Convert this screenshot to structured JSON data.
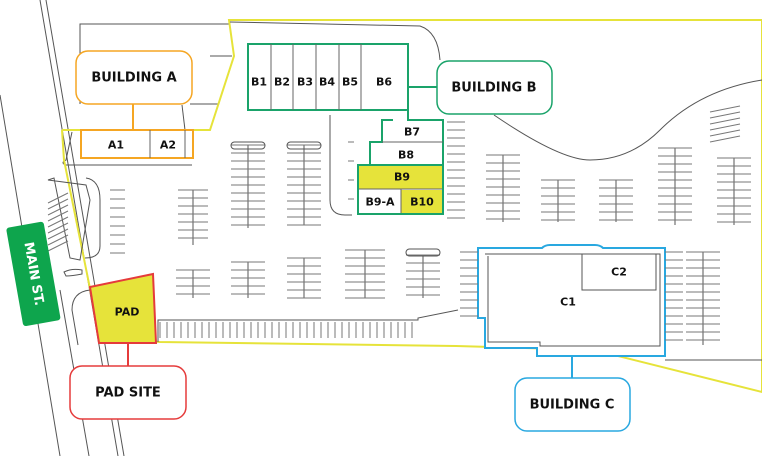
{
  "map": {
    "street_label": "MAIN ST.",
    "colors": {
      "boundary": "#e6e33a",
      "building_a": "#f5a623",
      "building_b": "#1aa36a",
      "building_c": "#29a8e0",
      "pad": "#e53b3b",
      "highlight": "#e6e33a",
      "street_sign": "#0ea54d"
    },
    "callouts": {
      "building_a": "BUILDING A",
      "building_b": "BUILDING B",
      "building_c": "BUILDING C",
      "pad_site": "PAD SITE"
    },
    "units": {
      "a1": "A1",
      "a2": "A2",
      "b1": "B1",
      "b2": "B2",
      "b3": "B3",
      "b4": "B4",
      "b5": "B5",
      "b6": "B6",
      "b7": "B7",
      "b8": "B8",
      "b9": "B9",
      "b9a": "B9-A",
      "b10": "B10",
      "c1": "C1",
      "c2": "C2",
      "pad": "PAD"
    }
  }
}
